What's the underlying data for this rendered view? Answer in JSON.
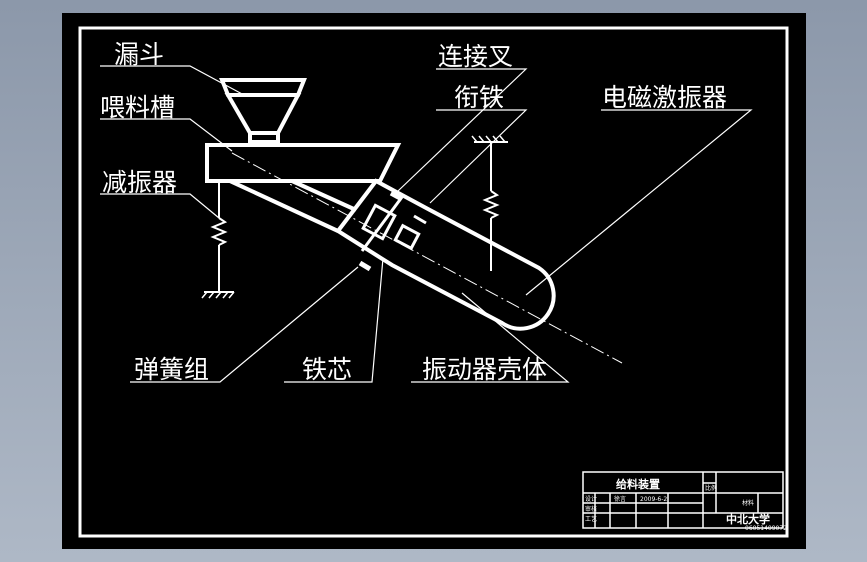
{
  "labels": {
    "hopper": "漏斗",
    "feed_trough": "喂料槽",
    "damper": "减振器",
    "connecting_fork": "连接叉",
    "armature": "衔铁",
    "electromagnetic_exciter": "电磁激振器",
    "spring_group": "弹簧组",
    "iron_core": "铁芯",
    "vibrator_housing": "振动器壳体"
  },
  "title_block": {
    "drawing_title": "给料装置",
    "school": "中北大学",
    "row_labels": [
      "设计",
      "审核",
      "工艺"
    ],
    "designer": "徐言",
    "date": "2009-6-2",
    "scale_label": "比例",
    "material_label": "材料",
    "drawing_no": "06051409072"
  }
}
